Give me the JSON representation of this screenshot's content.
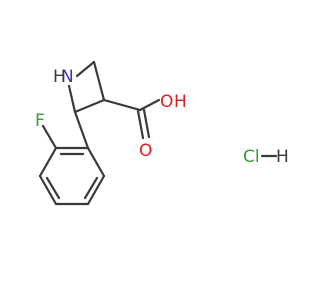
{
  "molecule": {
    "atoms": {
      "nitrogen": "N",
      "hydrogen_on_n": "H",
      "carbonyl_oxygen": "O",
      "hydroxyl_oxygen": "O",
      "hydroxyl_hydrogen": "H",
      "fluorine": "F",
      "chlorine": "Cl",
      "hcl_hydrogen": "H"
    },
    "colors": {
      "bond": "#3a3a3a",
      "nitrogen": "#3333cc",
      "oxygen": "#e02020",
      "fluorine": "#33a033",
      "chlorine": "#33a033",
      "hydrogen": "#3a3a3a"
    }
  }
}
